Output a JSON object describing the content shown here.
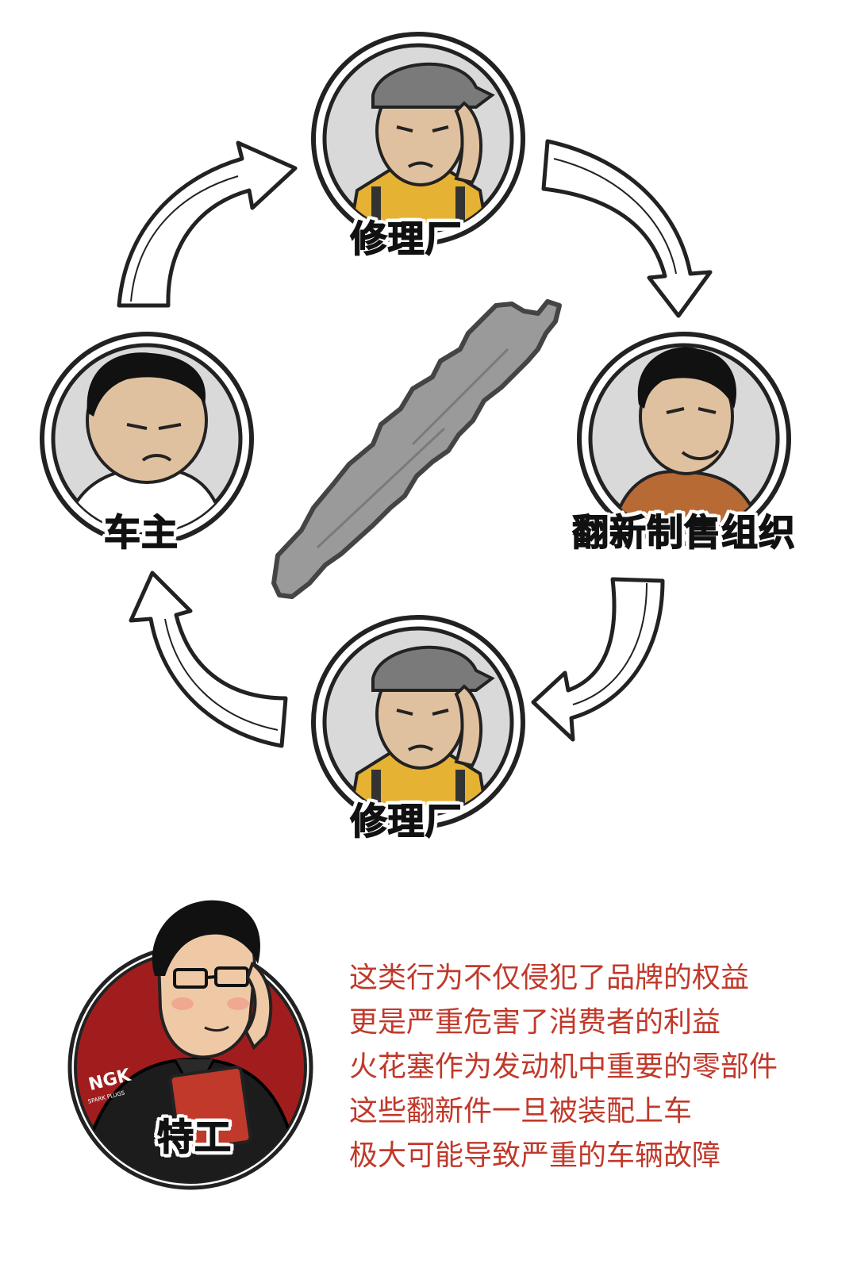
{
  "diagram": {
    "nodes": [
      {
        "id": "repair_top",
        "label": "修理厂"
      },
      {
        "id": "refurbisher",
        "label": "翻新制售组织"
      },
      {
        "id": "repair_bottom",
        "label": "修理厂"
      },
      {
        "id": "car_owner",
        "label": "车主"
      }
    ],
    "edges": [
      {
        "from": "car_owner",
        "to": "repair_top"
      },
      {
        "from": "repair_top",
        "to": "refurbisher"
      },
      {
        "from": "refurbisher",
        "to": "repair_bottom"
      },
      {
        "from": "repair_bottom",
        "to": "car_owner"
      }
    ],
    "center_icon": "spark-plug-icon"
  },
  "agent": {
    "label": "特工",
    "shirt_logo": "NGK",
    "shirt_logo_sub": "SPARK PLUGS",
    "lines": [
      "这类行为不仅侵犯了品牌的权益",
      "更是严重危害了消费者的利益",
      "火花塞作为发动机中重要的零部件",
      "这些翻新件一旦被装配上车",
      "极大可能导致严重的车辆故障"
    ]
  },
  "colors": {
    "text_red": "#c0392b",
    "avatar_bg": "#a11d1d",
    "portrait_bg": "#d9d9d9",
    "plug_gray": "#9a9a9a"
  }
}
